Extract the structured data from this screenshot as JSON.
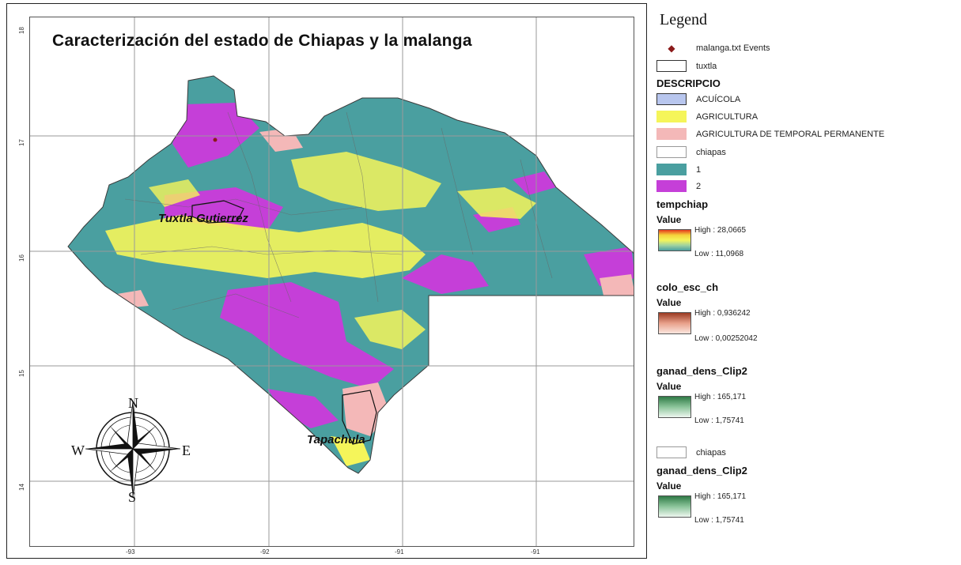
{
  "map": {
    "title": "Caracterización del estado de Chiapas y la malanga",
    "cities": [
      {
        "name": "Tuxtla Gutierrez"
      },
      {
        "name": "Tapachula"
      }
    ],
    "x_ticks": [
      "-93",
      "-92",
      "-91",
      "-91"
    ],
    "y_ticks": [
      "18",
      "17",
      "16",
      "15",
      "14"
    ],
    "compass": {
      "north": "N",
      "south": "S",
      "east": "E",
      "west": "W"
    },
    "colors": {
      "class_1": "#4a9fa0",
      "class_2": "#c53fd8",
      "agricultura": "#f5f55a",
      "temporal": "#f4b8b8",
      "acuicola": "#b8c6ee",
      "grid": "#9a9a9a"
    }
  },
  "legend": {
    "title": "Legend",
    "malanga_events": "malanga.txt Events",
    "tuxtla": "tuxtla",
    "descripcio": {
      "heading": "DESCRIPCIO",
      "items": [
        {
          "label": "ACUÍCOLA",
          "color": "#b8c6ee"
        },
        {
          "label": "AGRICULTURA",
          "color": "#f5f55a"
        },
        {
          "label": "AGRICULTURA DE TEMPORAL PERMANENTE",
          "color": "#f4b8b8"
        }
      ]
    },
    "chiapas_1": "chiapas",
    "chiapas_classes": [
      {
        "label": "1",
        "color": "#4a9fa0"
      },
      {
        "label": "2",
        "color": "#c53fd8"
      }
    ],
    "tempchiap": {
      "heading": "tempchiap",
      "value": "Value",
      "high": "High : 28,0665",
      "low": "Low : 11,0968"
    },
    "colo_esc_ch": {
      "heading": "colo_esc_ch",
      "value": "Value",
      "high": "High : 0,936242",
      "low": "Low : 0,00252042"
    },
    "ganad_1": {
      "heading": "ganad_dens_Clip2",
      "value": "Value",
      "high": "High : 165,171",
      "low": "Low : 1,75741"
    },
    "chiapas_2": "chiapas",
    "ganad_2": {
      "heading": "ganad_dens_Clip2",
      "value": "Value",
      "high": "High : 165,171",
      "low": "Low : 1,75741"
    }
  }
}
